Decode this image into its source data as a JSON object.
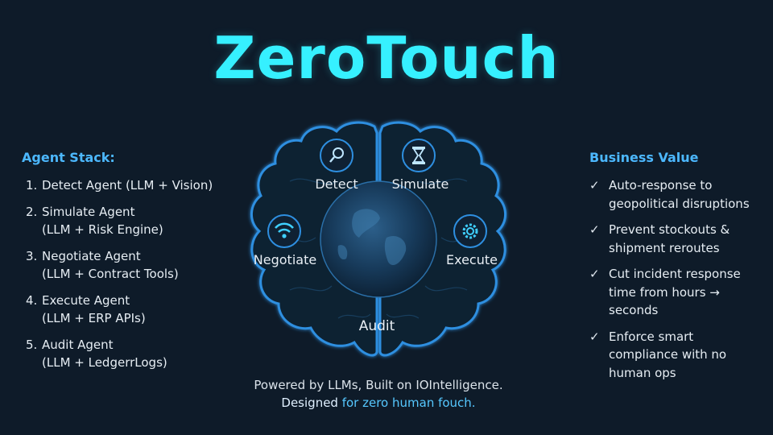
{
  "title": "ZeroTouch",
  "agent_stack": {
    "heading": "Agent Stack:",
    "items": [
      {
        "num": "1.",
        "line1": "Detect Agent (LLM + Vision)",
        "line2": ""
      },
      {
        "num": "2.",
        "line1": "Simulate Agent",
        "line2": "(LLM + Risk Engine)"
      },
      {
        "num": "3.",
        "line1": "Negotiate Agent",
        "line2": "(LLM + Contract Tools)"
      },
      {
        "num": "4.",
        "line1": "Execute Agent",
        "line2": "(LLM + ERP APIs)"
      },
      {
        "num": "5.",
        "line1": "Audit Agent",
        "line2": "(LLM + LedgerrLogs)"
      }
    ]
  },
  "diagram": {
    "nodes": {
      "detect": "Detect",
      "simulate": "Simulate",
      "negotiate": "Negotiate",
      "execute": "Execute",
      "audit": "Audit"
    },
    "icons": {
      "detect": "magnifier-icon",
      "simulate": "hourglass-icon",
      "negotiate": "wifi-icon",
      "execute": "gear-icon"
    },
    "colors": {
      "outline": "#2e8fe0",
      "accent": "#36f0ff",
      "globe": "#1f4a70"
    }
  },
  "business_value": {
    "heading": "Business Value",
    "items": [
      {
        "lines": [
          "Auto-response to",
          "geopolitical disruptions"
        ]
      },
      {
        "lines": [
          "Prevent stockouts &",
          "shipment reroutes"
        ]
      },
      {
        "lines": [
          "Cut incident response",
          "time from hours →",
          "seconds"
        ]
      },
      {
        "lines": [
          "Enforce smart",
          "compliance with no",
          "human ops"
        ]
      }
    ]
  },
  "footer": {
    "line1": "Powered by LLMs, Built on IOIntelligence.",
    "line2_prefix": "Designed ",
    "line2_highlight": "for zero human fouch."
  }
}
